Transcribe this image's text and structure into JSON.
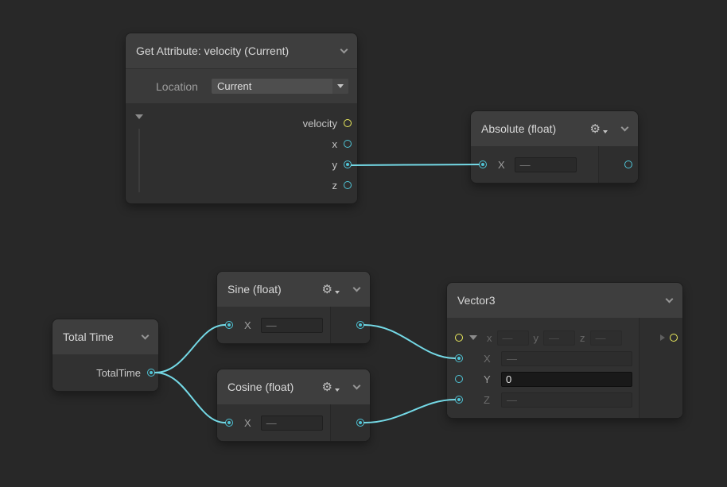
{
  "canvas": {
    "background": "#282828",
    "edge_color": "#74d9e6",
    "port_float_color": "#4fc4d6",
    "port_vector3_color": "#ecec5e"
  },
  "icons": {
    "gear": "⚙"
  },
  "nodes": {
    "get_attribute": {
      "title": "Get Attribute: velocity (Current)",
      "location_label": "Location",
      "location_value": "Current",
      "ports": [
        {
          "label": "velocity"
        },
        {
          "label": "x"
        },
        {
          "label": "y"
        },
        {
          "label": "z"
        }
      ]
    },
    "absolute": {
      "title": "Absolute (float)",
      "input_label": "X",
      "input_value": "—"
    },
    "sine": {
      "title": "Sine (float)",
      "input_label": "X",
      "input_value": "—"
    },
    "cosine": {
      "title": "Cosine (float)",
      "input_label": "X",
      "input_value": "—"
    },
    "total_time": {
      "title": "Total Time",
      "output_label": "TotalTime"
    },
    "vector3": {
      "title": "Vector3",
      "inline": [
        {
          "label": "x",
          "value": "—"
        },
        {
          "label": "y",
          "value": "—"
        },
        {
          "label": "z",
          "value": "—"
        }
      ],
      "rows": [
        {
          "label": "X",
          "value": "—"
        },
        {
          "label": "Y",
          "value": "0"
        },
        {
          "label": "Z",
          "value": "—"
        }
      ]
    }
  }
}
